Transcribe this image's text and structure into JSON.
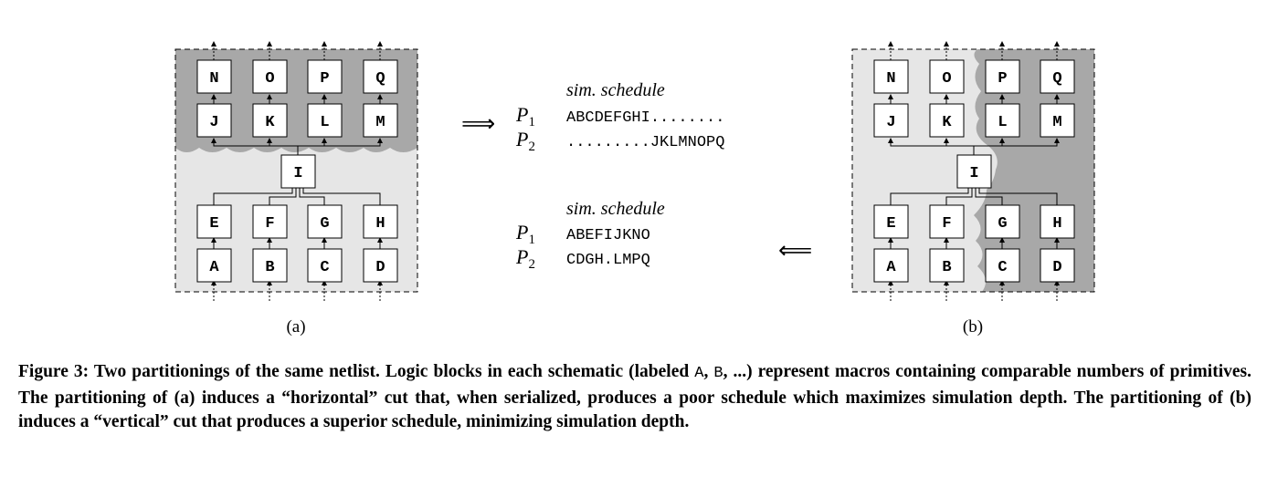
{
  "figure_a": {
    "label": "(a)",
    "top_row": [
      "N",
      "O",
      "P",
      "Q"
    ],
    "second_row": [
      "J",
      "K",
      "L",
      "M"
    ],
    "middle": "I",
    "third_row": [
      "E",
      "F",
      "G",
      "H"
    ],
    "bottom_row": [
      "A",
      "B",
      "C",
      "D"
    ]
  },
  "figure_b": {
    "label": "(b)",
    "top_row": [
      "N",
      "O",
      "P",
      "Q"
    ],
    "second_row": [
      "J",
      "K",
      "L",
      "M"
    ],
    "middle": "I",
    "third_row": [
      "E",
      "F",
      "G",
      "H"
    ],
    "bottom_row": [
      "A",
      "B",
      "C",
      "D"
    ]
  },
  "schedule_top": {
    "title": "sim. schedule",
    "p1": {
      "sub": "1",
      "seq": "ABCDEFGHI........"
    },
    "p2": {
      "sub": "2",
      "seq": ".........JKLMNOPQ"
    }
  },
  "schedule_bottom": {
    "title": "sim. schedule",
    "p1": {
      "sub": "1",
      "seq": "ABEFIJKNO"
    },
    "p2": {
      "sub": "2",
      "seq": "CDGH.LMPQ"
    }
  },
  "p_letter": "P",
  "arrow_right": "⟹",
  "arrow_left": "⟸",
  "caption": {
    "part1": "Figure 3: Two partitionings of the same netlist. Logic blocks in each schematic (labeled ",
    "code_a": "A",
    "comma1": ", ",
    "code_b": "B",
    "part2": ", ...) represent macros containing comparable numbers of primitives. The partitioning of (a) induces a “horizontal” cut that, when serialized, produces a poor schedule which maximizes simulation depth. The partitioning of (b) induces a “vertical” cut that produces a superior schedule, minimizing simulation depth."
  },
  "colors": {
    "light_fill": "#e6e6e6",
    "dark_fill": "#a8a8a8",
    "box_stroke": "#000000"
  }
}
